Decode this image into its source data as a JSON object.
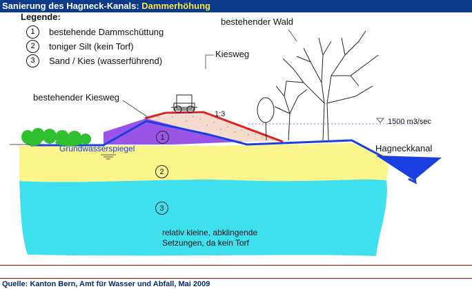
{
  "header": {
    "prefix": "Sanierung des Hagneck-Kanals: ",
    "highlight": "Dammerhöhung"
  },
  "legend": {
    "title": "Legende:",
    "items": [
      {
        "num": "1",
        "label": "bestehende Dammschüttung"
      },
      {
        "num": "2",
        "label": "toniger Silt (kein Torf)"
      },
      {
        "num": "3",
        "label": "Sand / Kies (wasserführend)"
      }
    ]
  },
  "labels": {
    "forest": "bestehender Wald",
    "gravel_path_new": "Kiesweg",
    "gravel_path_existing": "bestehender Kiesweg",
    "slope": "1:3",
    "flow": "1500 m3/sec",
    "canal": "Hagneckkanal",
    "groundwater": "Grundwasserspiegel",
    "settlement_line1": "relativ kleine, abklingende",
    "settlement_line2": "Setzungen, da kein Torf"
  },
  "zones": [
    "1",
    "2",
    "3"
  ],
  "footer": "Quelle: Kanton Bern, Amt für Wasser und Abfall, Mai 2009",
  "colors": {
    "header_bg": "#0b3a8a",
    "highlight": "#ffe63a",
    "dam_fill": "#9a55e6",
    "silt_fill": "#fbf58c",
    "sand_fill": "#3ee0ee",
    "gravel_fill": "#f3dccd",
    "new_top_line": "#e02020",
    "ground_line": "#1a3fe0",
    "canal_water": "#1a3fe0",
    "hedge": "#2fbf2f"
  }
}
